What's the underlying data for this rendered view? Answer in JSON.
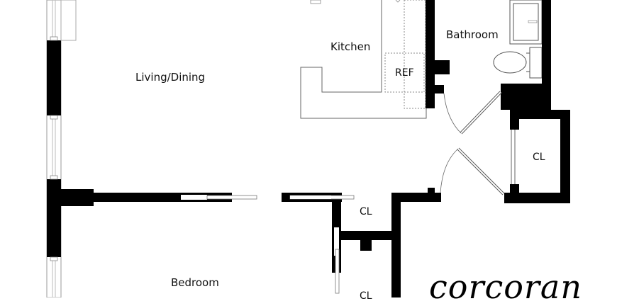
{
  "floorplan": {
    "rooms": {
      "living_dining": "Living/Dining",
      "kitchen": "Kitchen",
      "bathroom": "Bathroom",
      "bedroom": "Bedroom",
      "closet_right": "CL",
      "closet_middle": "CL",
      "closet_bottom": "CL"
    },
    "fixtures": {
      "refrigerator": "REF"
    },
    "brand": "corcoran",
    "colors": {
      "wall": "#000000",
      "window_line": "#999999",
      "fixture_line": "#555555",
      "background": "#ffffff"
    }
  }
}
